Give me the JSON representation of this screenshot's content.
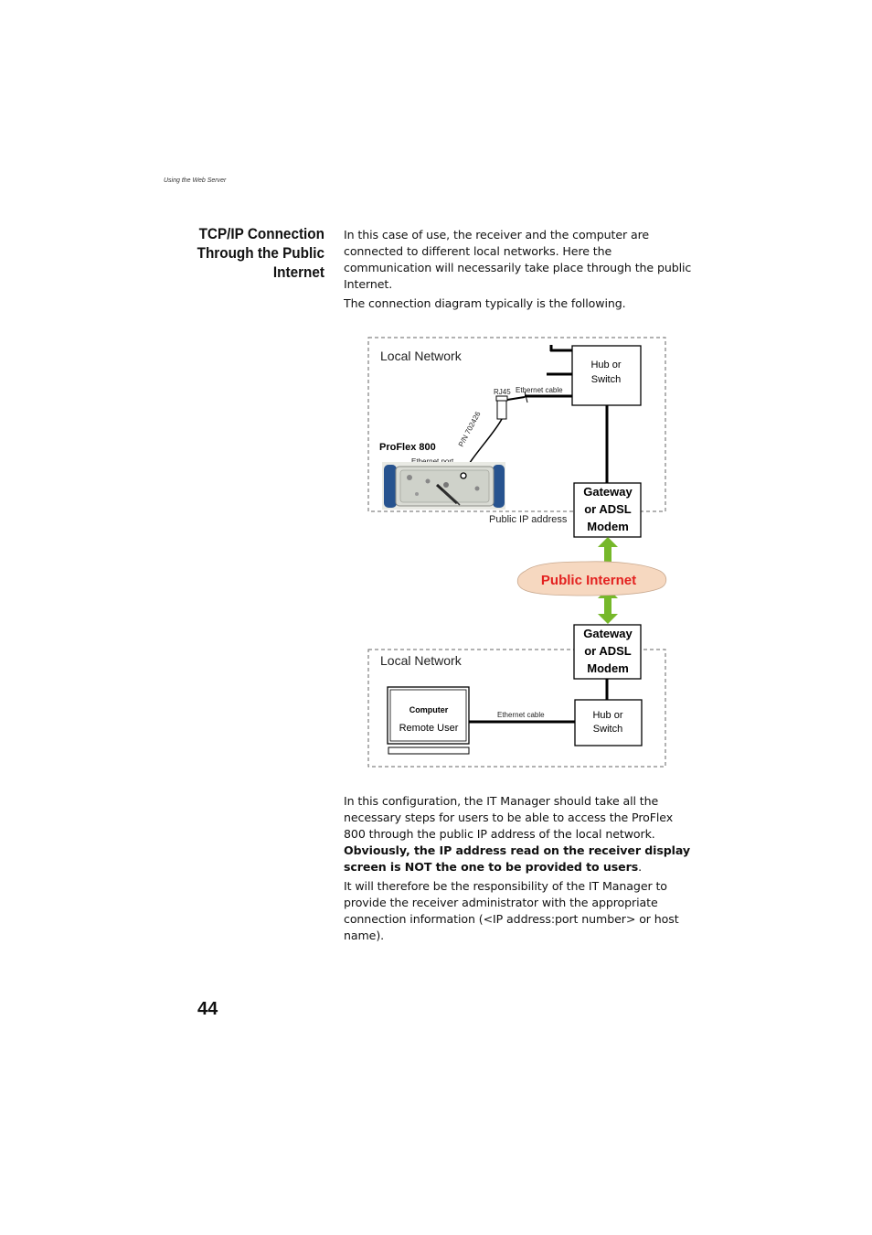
{
  "header": {
    "running_head": "Using the Web Server"
  },
  "section": {
    "title_lines": [
      "TCP/IP Connection",
      "Through the Public",
      "Internet"
    ]
  },
  "intro": {
    "p1": "In this case of use, the receiver and the computer are connected to different local networks. Here the communication will necessarily take place through the public Internet.",
    "p2": "The connection diagram typically is the following."
  },
  "diagram": {
    "top_network": {
      "label": "Local Network",
      "hub_line1": "Hub or",
      "hub_line2": "Switch",
      "rj45_label": "RJ45",
      "cable_label": "Ethernet cable",
      "part_number": "P/N 702426",
      "device_label": "ProFlex 800",
      "port_label": "Ethernet port",
      "gateway_lines": [
        "Gateway",
        "or ADSL",
        "Modem"
      ],
      "public_ip_label": "Public IP address"
    },
    "internet_label": "Public Internet",
    "bottom_network": {
      "label": "Local Network",
      "gateway_lines": [
        "Gateway",
        "or ADSL",
        "Modem"
      ],
      "computer_label": "Computer",
      "computer_sublabel": "Remote User",
      "cable_label": "Ethernet cable",
      "hub_line1": "Hub or",
      "hub_line2": "Switch"
    },
    "colors": {
      "internet_text": "#e3211f",
      "cloud_fill": "#f6d8c0",
      "arrow_green": "#76b82a"
    }
  },
  "config": {
    "p3_plain": "In this configuration, the IT Manager should take all the necessary steps for users to be able to access the ProFlex 800 through the public IP address of the local network.",
    "p3_bold": "Obviously, the IP address read on the receiver display screen is NOT the one to be provided to users",
    "p3_end": ".",
    "p4": "It will therefore be the responsibility of the IT Manager to provide the receiver administrator with the appropriate connection information (<IP address:port number> or host name)."
  },
  "page_number": "44"
}
